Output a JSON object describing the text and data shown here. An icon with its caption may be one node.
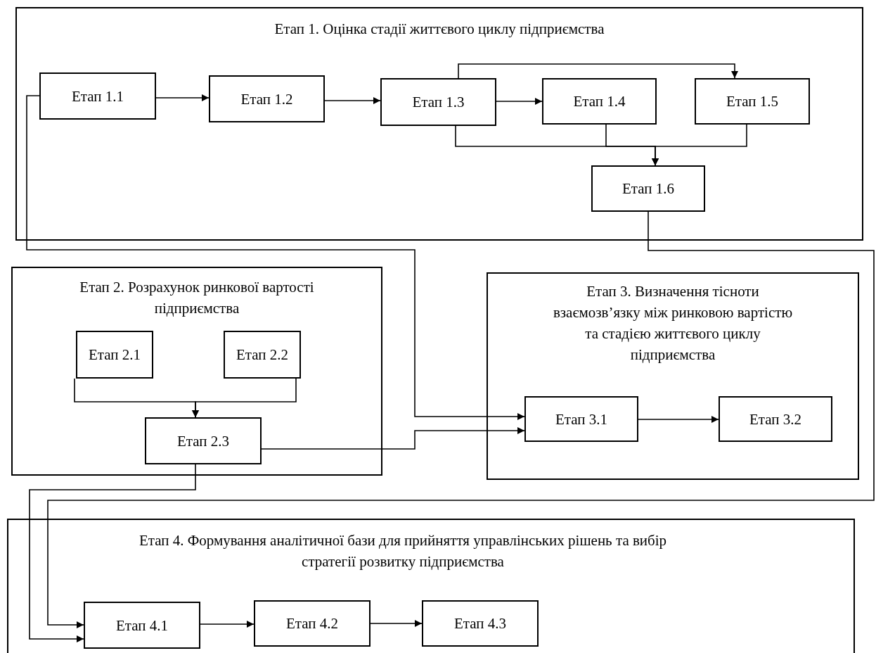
{
  "diagram": {
    "nodes": [
      {
        "text": [
          "Етап 1. Оцінка стадії життєвого циклу підприємства"
        ]
      },
      {
        "text": [
          "Етап 1.1"
        ],
        "in": 0
      },
      {
        "text": [
          "Етап 1.2"
        ],
        "in": 0
      },
      {
        "text": [
          "Етап 1.3"
        ],
        "in": 0
      },
      {
        "text": [
          "Етап 1.4"
        ],
        "in": 0
      },
      {
        "text": [
          "Етап 1.5"
        ],
        "in": 0
      },
      {
        "text": [
          "Етап 1.6"
        ],
        "in": 0
      },
      {
        "text": [
          "Етап 2. Розрахунок ринкової вартості підприємства"
        ]
      },
      {
        "text": [
          "Етап 2.1"
        ],
        "in": 7
      },
      {
        "text": [
          "Етап 2.2"
        ],
        "in": 7
      },
      {
        "text": [
          "Етап 2.3"
        ],
        "in": 7
      },
      {
        "text": [
          "Етап 3. Визначення тісноти взаємозв’язку між ринковою вартістю та стадією життєвого циклу підприємства"
        ]
      },
      {
        "text": [
          "Етап 3.1"
        ],
        "in": 11
      },
      {
        "text": [
          "Етап 3.2"
        ],
        "in": 11
      },
      {
        "text": [
          "Етап 4. Формування аналітичної бази для прийняття управлінських рішень та вибір стратегії розвитку підприємства"
        ]
      },
      {
        "text": [
          "Етап 4.1"
        ],
        "in": 14
      },
      {
        "text": [
          "Етап 4.2"
        ],
        "in": 14
      },
      {
        "text": [
          "Етап 4.3"
        ],
        "in": 14
      }
    ],
    "edges": [
      {
        "from": 1,
        "to": 2,
        "arrow": "to"
      },
      {
        "from": 2,
        "to": 3,
        "arrow": "to"
      },
      {
        "from": 3,
        "to": 4,
        "arrow": "to"
      },
      {
        "from": 3,
        "to": 5,
        "arrow": "to"
      },
      {
        "from": 3,
        "to": 6,
        "arrow": "to"
      },
      {
        "from": 4,
        "to": 6,
        "arrow": "to"
      },
      {
        "from": 5,
        "to": 6,
        "arrow": "to"
      },
      {
        "from": 8,
        "to": 10,
        "arrow": "to"
      },
      {
        "from": 9,
        "to": 10,
        "arrow": "to"
      },
      {
        "from": 1,
        "to": 12,
        "arrow": "to"
      },
      {
        "from": 10,
        "to": 12,
        "arrow": "to"
      },
      {
        "from": 12,
        "to": 13,
        "arrow": "to"
      },
      {
        "from": 10,
        "to": 15,
        "arrow": "to"
      },
      {
        "from": 6,
        "to": 15,
        "arrow": "to"
      },
      {
        "from": 15,
        "to": 16,
        "arrow": "to"
      },
      {
        "from": 16,
        "to": 17,
        "arrow": "to"
      }
    ]
  }
}
